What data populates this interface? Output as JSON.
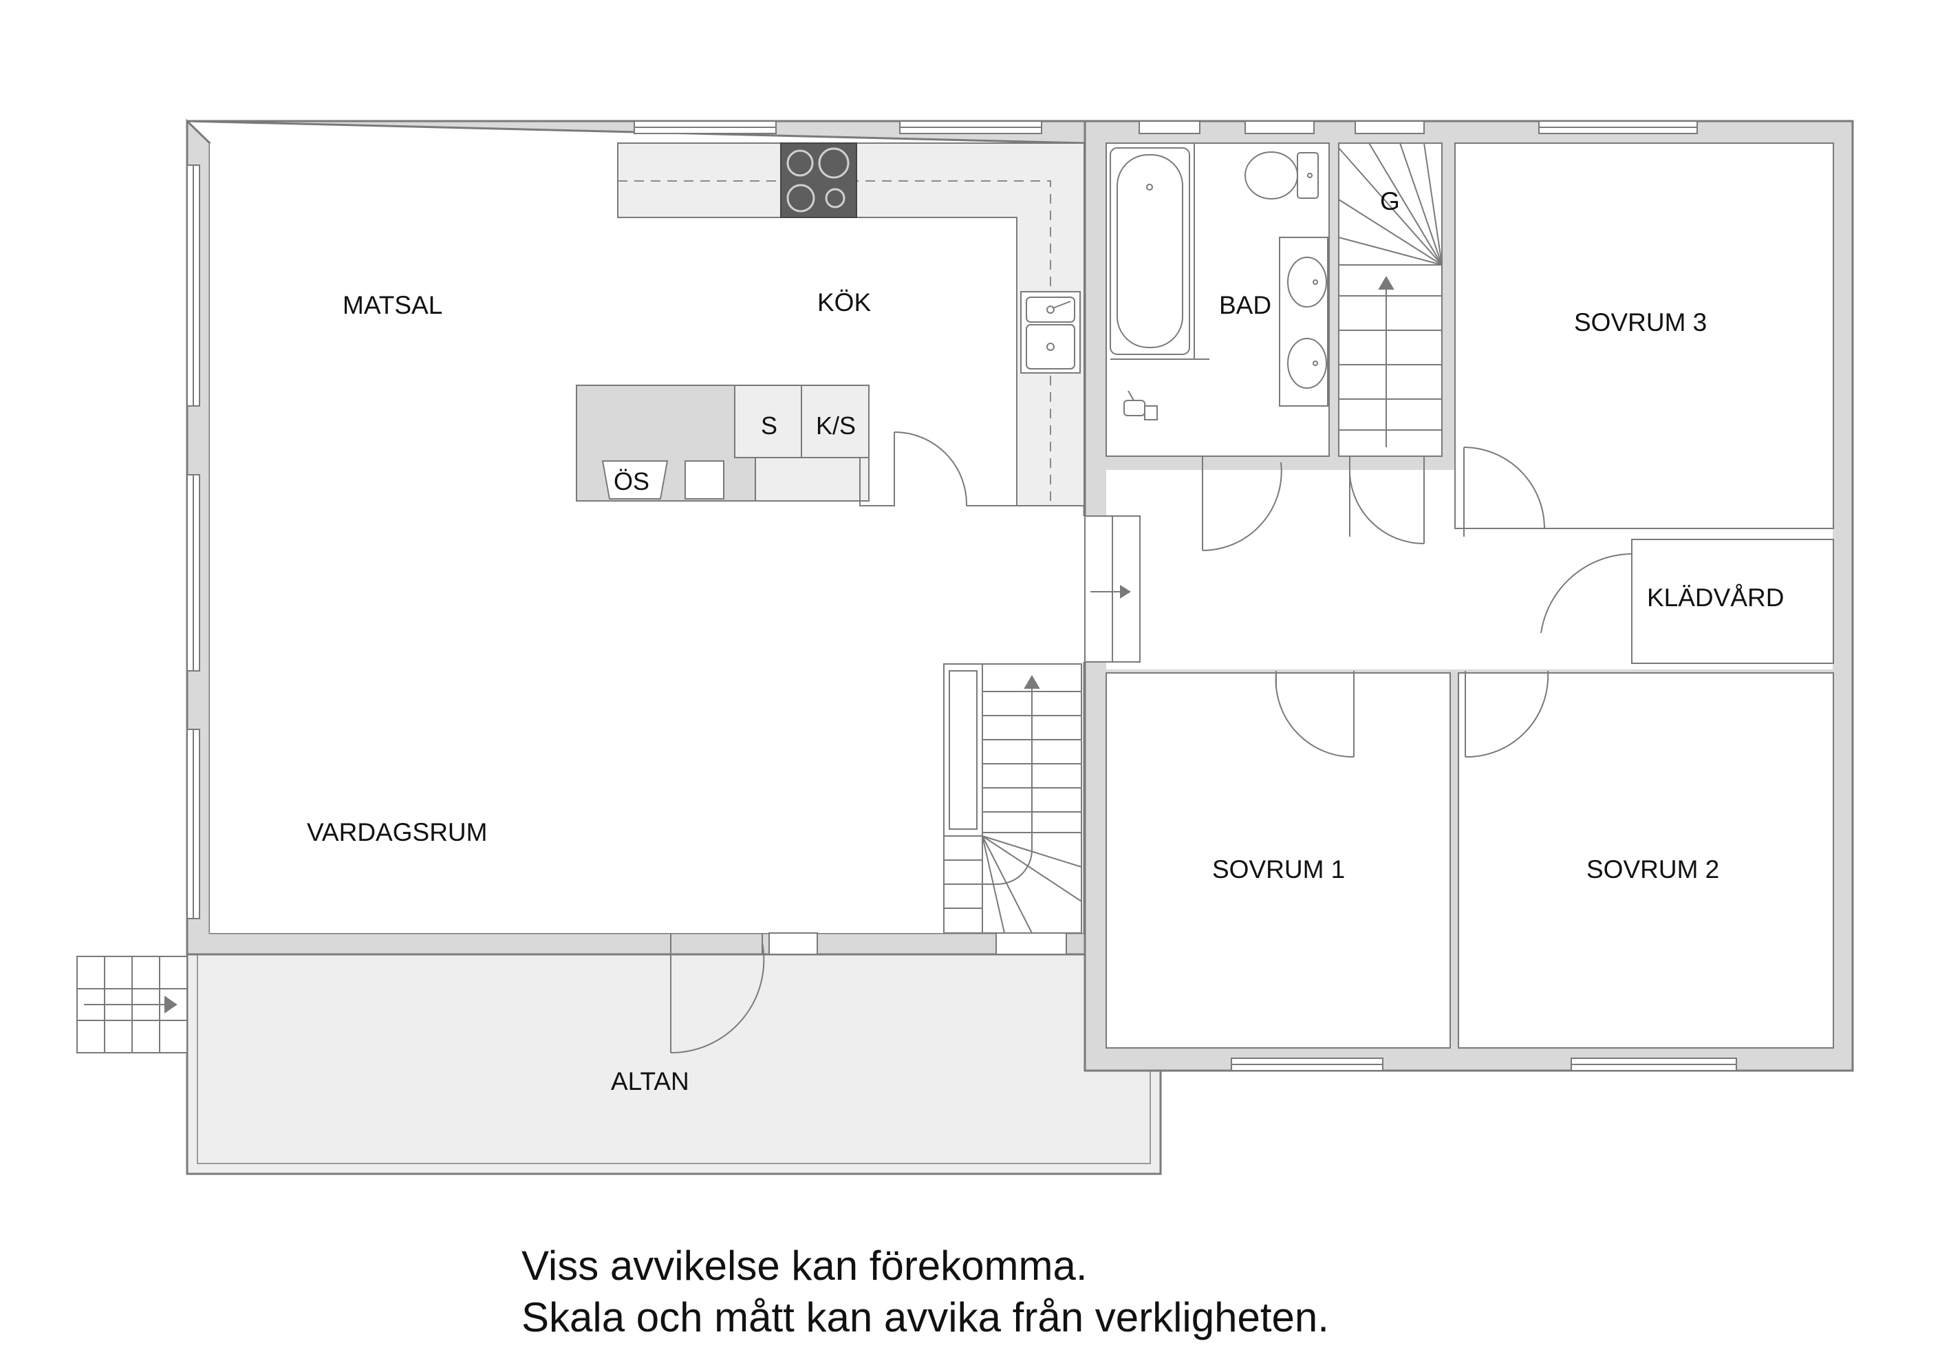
{
  "rooms": {
    "matsal": "MATSAL",
    "kok": "KÖK",
    "vardagsrum": "VARDAGSRUM",
    "bad": "BAD",
    "garderob": "G",
    "sovrum3": "SOVRUM 3",
    "kladvard": "KLÄDVÅRD",
    "sovrum1": "SOVRUM 1",
    "sovrum2": "SOVRUM 2",
    "altan": "ALTAN"
  },
  "fixtures": {
    "s": "S",
    "ks": "K/S",
    "os": "ÖS"
  },
  "disclaimer": {
    "line1": "Viss avvikelse kan förekomma.",
    "line2": "Skala och mått kan avvika från verkligheten."
  },
  "colors": {
    "wall": "#d9d9d9",
    "wall_edge": "#7a7a7a",
    "floor": "#ffffff",
    "terrace": "#eeeeee",
    "stove": "#5e5e5e",
    "text": "#111111"
  }
}
